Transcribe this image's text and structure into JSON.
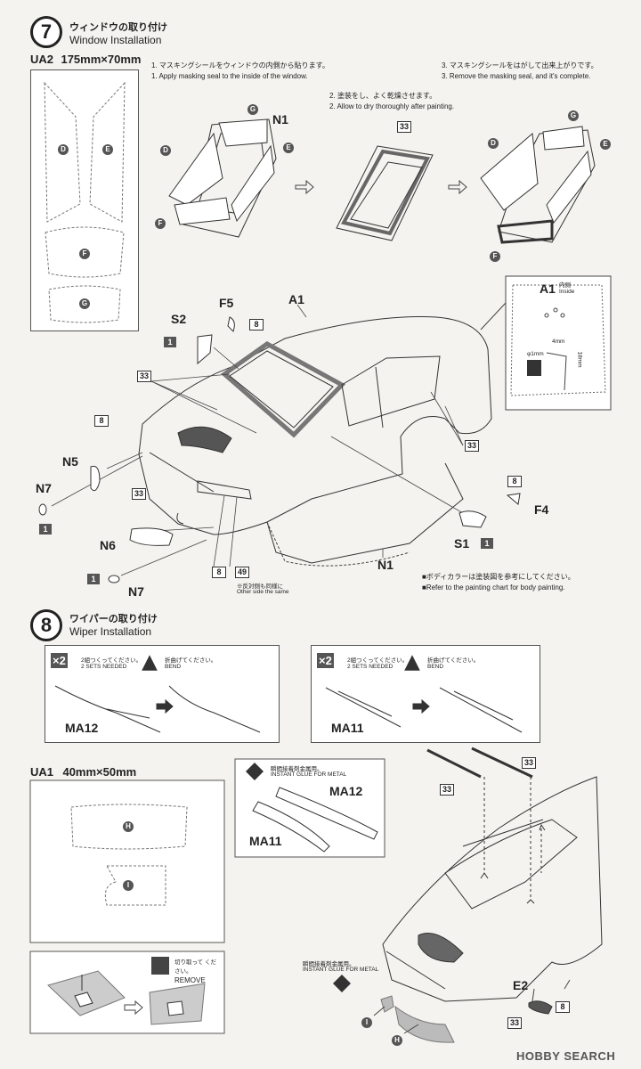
{
  "step7": {
    "number": "7",
    "title_jp": "ウィンドウの取り付け",
    "title_en": "Window Installation",
    "sheet_code": "UA2",
    "sheet_size": "175mm×70mm",
    "instr1_jp": "1. マスキングシールをウィンドウの内側から貼ります。",
    "instr1_en": "1. Apply masking seal to the inside of the window.",
    "instr2_jp": "2. 塗装をし、よく乾燥させます。",
    "instr2_en": "2. Allow to dry thoroughly after painting.",
    "instr3_jp": "3. マスキングシールをはがして出来上がりです。",
    "instr3_en": "3. Remove the masking seal, and it's complete.",
    "mask_labels": [
      "D",
      "E",
      "F",
      "G"
    ],
    "part_labels": {
      "g": "G",
      "d": "D",
      "e": "E",
      "f": "F",
      "n1": "N1",
      "a1": "A1",
      "s2": "S2",
      "f5": "F5",
      "n5": "N5",
      "n7": "N7",
      "n6": "N6",
      "s1": "S1",
      "f4": "F4"
    },
    "inset_title": "A1",
    "inset_jp": "内側",
    "inset_en": "Inside",
    "inset_dim1": "4mm",
    "inset_dim2": "18mm",
    "inset_dim3": "φ1mm",
    "colors": {
      "c33": "33",
      "c8": "8",
      "c1": "1",
      "c49": "49"
    },
    "other_side_jp": "※反対側も同様に",
    "other_side_en": "Other side the same",
    "body_color_jp": "■ボディカラーは塗装図を参考にしてください。",
    "body_color_en": "■Refer to the painting chart for body painting."
  },
  "step8": {
    "number": "8",
    "title_jp": "ワイパーの取り付け",
    "title_en": "Wiper Installation",
    "times": "×2",
    "sets_jp": "2組つくってください。",
    "sets_en": "2 SETS NEEDED",
    "bend_jp": "折曲げてください。",
    "bend_en": "BEND",
    "part_ma12": "MA12",
    "part_ma11": "MA11",
    "sheet_code": "UA1",
    "sheet_size": "40mm×50mm",
    "mask_h": "H",
    "mask_i": "I",
    "remove_jp": "切り取って ください。",
    "remove_en": "REMOVE",
    "glue_jp": "瞬間接着剤金属用。",
    "glue_en": "INSTANT GLUE FOR METAL",
    "part_e2": "E2",
    "color33": "33",
    "color8": "8"
  },
  "footer": {
    "watermark": "HOBBY SEARCH"
  }
}
